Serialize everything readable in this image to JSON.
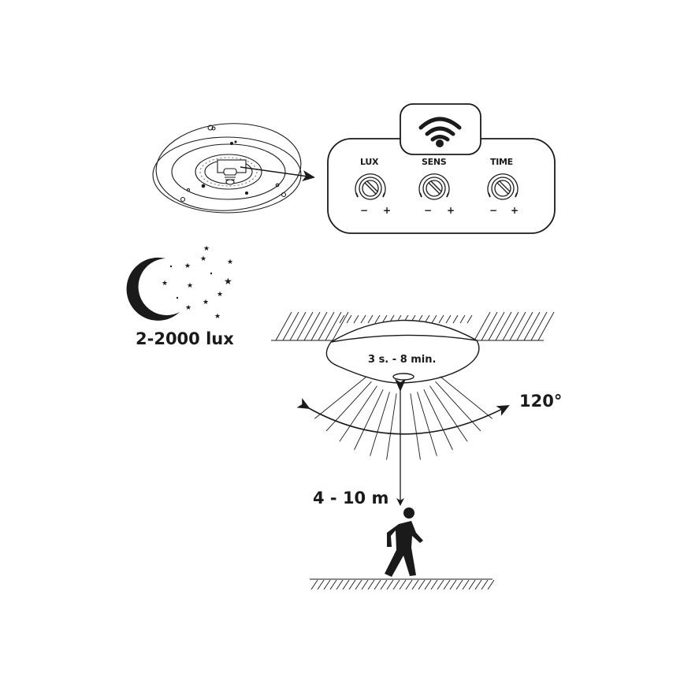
{
  "colors": {
    "ink": "#1a1a1a",
    "background": "#ffffff"
  },
  "control_panel": {
    "icon": "wifi-icon",
    "knobs": [
      {
        "label": "LUX",
        "minus": "−",
        "plus": "+"
      },
      {
        "label": "SENS",
        "minus": "−",
        "plus": "+"
      },
      {
        "label": "TIME",
        "minus": "−",
        "plus": "+"
      }
    ]
  },
  "night_sensor": {
    "icon": "moon-stars-icon",
    "range_label": "2-2000 lux"
  },
  "detection": {
    "time_label": "3 s. - 8 min.",
    "angle_label": "120°",
    "distance_label": "4 - 10 m",
    "person_icon": "walking-person-icon"
  }
}
